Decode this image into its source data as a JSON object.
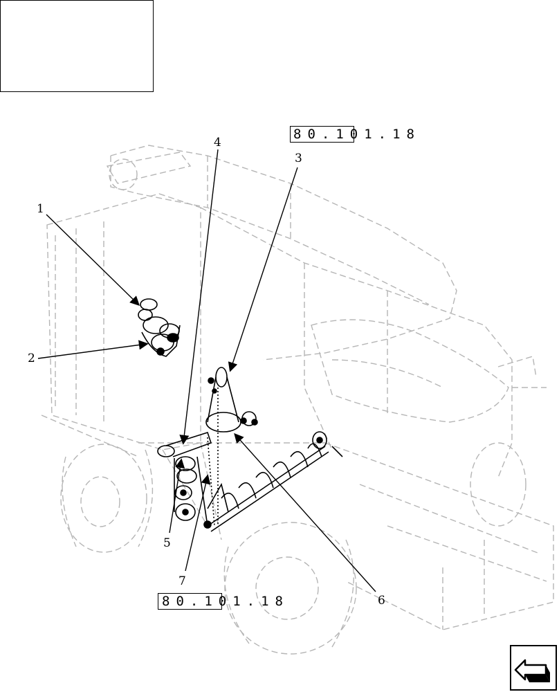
{
  "references": {
    "top": "80.101.18",
    "bottom": "80.101.18"
  },
  "callouts": [
    "1",
    "2",
    "3",
    "4",
    "5",
    "6",
    "7"
  ],
  "icons": {
    "navigation": "return-arrow-icon"
  },
  "colors": {
    "outline": "#000000",
    "ghost": "#b5b5b5",
    "background": "#ffffff"
  }
}
